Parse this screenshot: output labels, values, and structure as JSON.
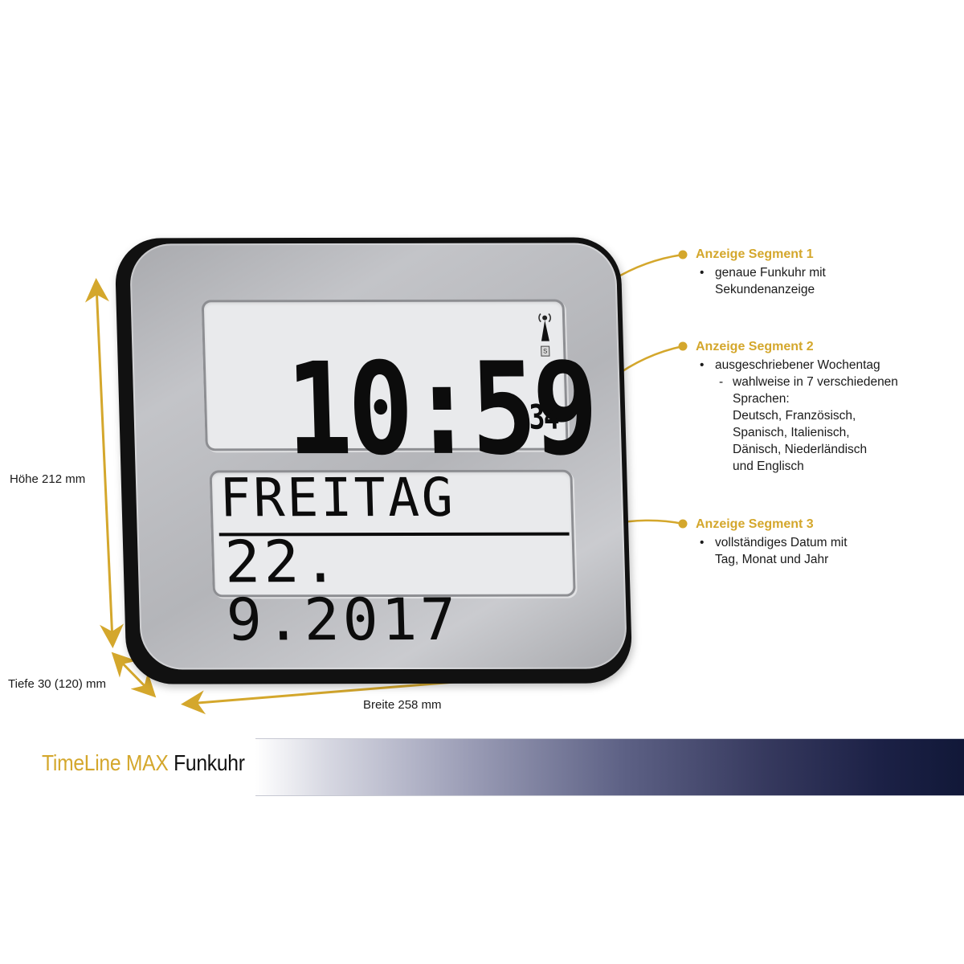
{
  "clock": {
    "time": "10:59",
    "seconds": "34",
    "weekday": "FREITAG",
    "date": "22. 9.2017",
    "radio_icon": "radio-signal-tower-icon",
    "signal_indicator": "S"
  },
  "annotations": [
    {
      "title": "Anzeige Segment 1",
      "bullets": [
        "genaue Funkuhr mit",
        "Sekundenanzeige"
      ]
    },
    {
      "title": "Anzeige Segment 2",
      "bullets": [
        "ausgeschriebener Wochentag"
      ],
      "sub": [
        "wahlweise in 7 verschiedenen",
        "Sprachen:",
        "Deutsch, Französisch,",
        "Spanisch, Italienisch,",
        "Dänisch, Niederländisch",
        "und Englisch"
      ]
    },
    {
      "title": "Anzeige Segment 3",
      "bullets": [
        "vollständiges Datum mit",
        "Tag, Monat und Jahr"
      ]
    }
  ],
  "dimensions": {
    "height": "Höhe 212 mm",
    "depth": "Tiefe 30 (120) mm",
    "width": "Breite 258 mm"
  },
  "footer": {
    "brand_gold": "TimeLine MAX",
    "brand_dark": "Funkuhr"
  },
  "colors": {
    "accent_gold": "#d4a72c",
    "band_dark": "#111838"
  }
}
